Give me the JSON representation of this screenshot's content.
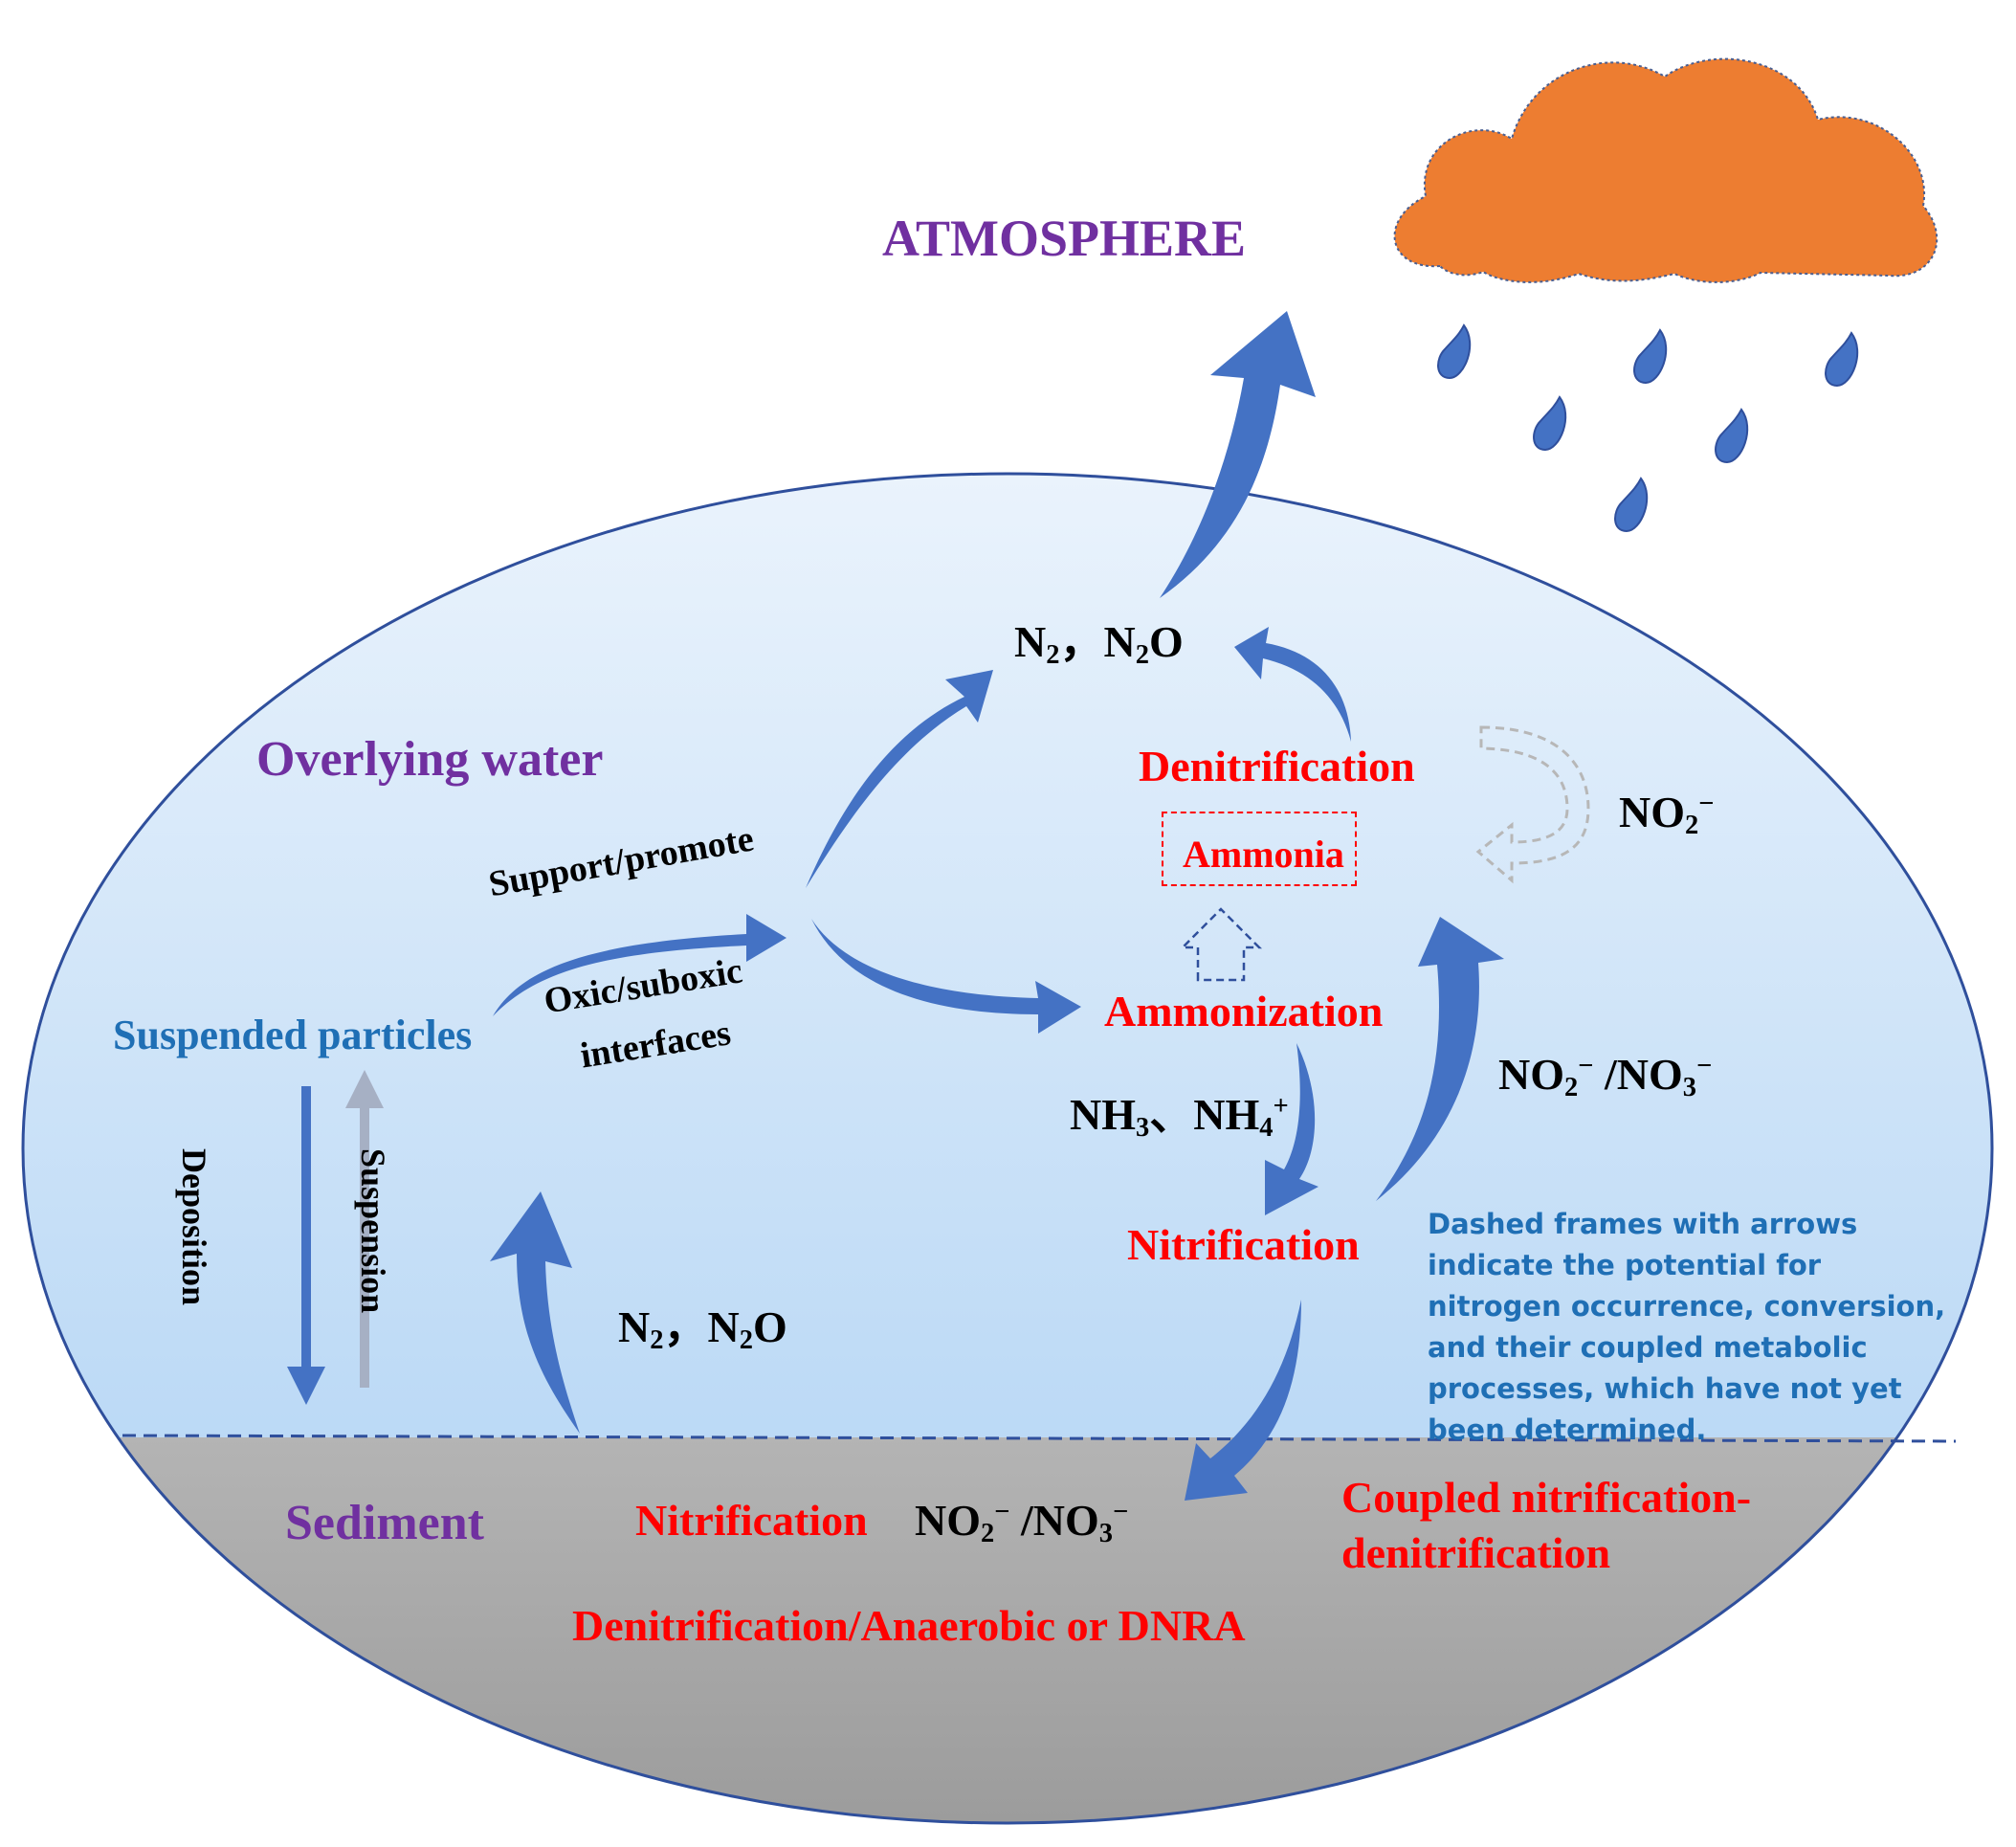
{
  "title": "ATMOSPHERE",
  "zones": {
    "overlying_water": "Overlying water",
    "sediment": "Sediment"
  },
  "labels": {
    "suspended_particles": "Suspended particles",
    "support_promote": "Support/promote",
    "oxic_suboxic_1": "Oxic/suboxic",
    "oxic_suboxic_2": "interfaces",
    "deposition": "Deposition",
    "suspension": "Suspension",
    "denitrification": "Denitrification",
    "ammonia": "Ammonia",
    "ammonization": "Ammonization",
    "nitrification": "Nitrification",
    "sediment_nitrification": "Nitrification",
    "coupled_line1": "Coupled nitrification-",
    "coupled_line2": "denitrification",
    "dnra": "Denitrification/Anaerobic or DNRA",
    "note": "Dashed frames with arrows indicate the potential for nitrogen occurrence, conversion, and their coupled metabolic processes, which have not yet been determined."
  },
  "chemistry": {
    "n2_n2o_top": {
      "n": "N",
      "sub1": "2",
      "sep": "，",
      "n2": "N",
      "sub2": "2",
      "o": "O"
    },
    "n2_n2o_mid": {
      "n": "N",
      "sub1": "2",
      "sep": "，",
      "n2": "N",
      "sub2": "2",
      "o": "O"
    },
    "nh3_nh4": {
      "a": "NH",
      "sub1": "3",
      "sep": "、",
      "b": "NH",
      "sub2": "4",
      "sup": "+"
    },
    "no2_right": {
      "a": "NO",
      "sub": "2",
      "sup": "−"
    },
    "no2_no3_right": {
      "a": "NO",
      "sub1": "2",
      "sup1": "−",
      "sep": " /",
      "b": "NO",
      "sub2": "3",
      "sup2": "−"
    },
    "no2_no3_sed": {
      "a": "NO",
      "sub1": "2",
      "sup1": "−",
      "sep": " /",
      "b": "NO",
      "sub2": "3",
      "sup2": "−"
    }
  },
  "colors": {
    "arrow_blue": "#4472c4",
    "process_red": "#ff0000",
    "zone_purple": "#7030a0",
    "cloud_orange": "#ed7d31",
    "water_top": "#eaf3fc",
    "water_bottom": "#a9cff3",
    "sediment_top": "#efefef",
    "sediment_bottom": "#9c9c9c",
    "suspension_gray": "#a6b0c4",
    "dashed_gray": "#b7b7b7"
  }
}
